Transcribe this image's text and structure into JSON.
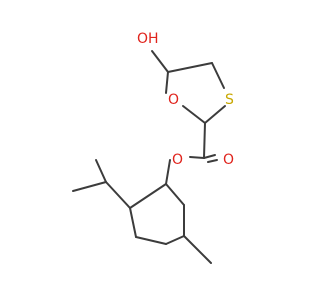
{
  "molecule": {
    "atoms": {
      "hydroxyl": "OH",
      "ring_oxygen": "O",
      "ring_sulfur": "S",
      "ester_oxygen": "O",
      "carbonyl_oxygen": "O"
    },
    "colors": {
      "bond": "#3c3c3c",
      "oxygen": "#e0241d",
      "sulfur": "#c8a800"
    }
  }
}
